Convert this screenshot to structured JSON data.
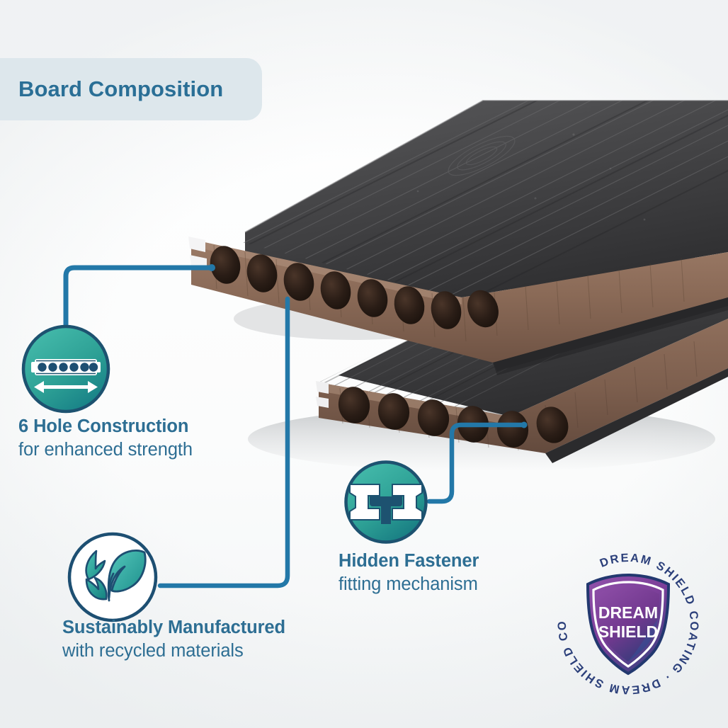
{
  "header": {
    "title": "Board Composition",
    "banner_bg": "#dde7ec",
    "title_color": "#2a6f96"
  },
  "theme": {
    "accent_blue": "#2d6e93",
    "connector_blue": "#2378a8",
    "badge_border": "#1d5270",
    "teal_light": "#3fb6a8",
    "teal_dark": "#1c7f86",
    "board_brown": "#8a6c59",
    "board_dark": "#3a3a3c",
    "shield_purple": "#7b3f98",
    "shield_navy": "#2b3f7a"
  },
  "features": [
    {
      "id": "hole-construction",
      "icon": "hollow-board-icon",
      "title": "6 Hole Construction",
      "subtitle": "for enhanced strength",
      "hole_count": 6
    },
    {
      "id": "hidden-fastener",
      "icon": "fastener-clip-icon",
      "title": "Hidden Fastener",
      "subtitle": "fitting mechanism"
    },
    {
      "id": "sustainably-manufactured",
      "icon": "leaves-icon",
      "title": "Sustainably Manufactured",
      "subtitle": "with recycled materials"
    }
  ],
  "dream_shield": {
    "ring_text": "DREAM SHIELD COATING · DREAM SHIELD COATING ·",
    "ring_text_color": "#2b3f7a",
    "shield_line_1": "DREAM",
    "shield_line_2": "SHIELD",
    "shield_text_color": "#ffffff"
  },
  "product_image": {
    "description": "two-stacked-composite-decking-boards",
    "board_count": 2,
    "surface": "charcoal-wood-grain",
    "core": "hollow-brown-chambers"
  }
}
